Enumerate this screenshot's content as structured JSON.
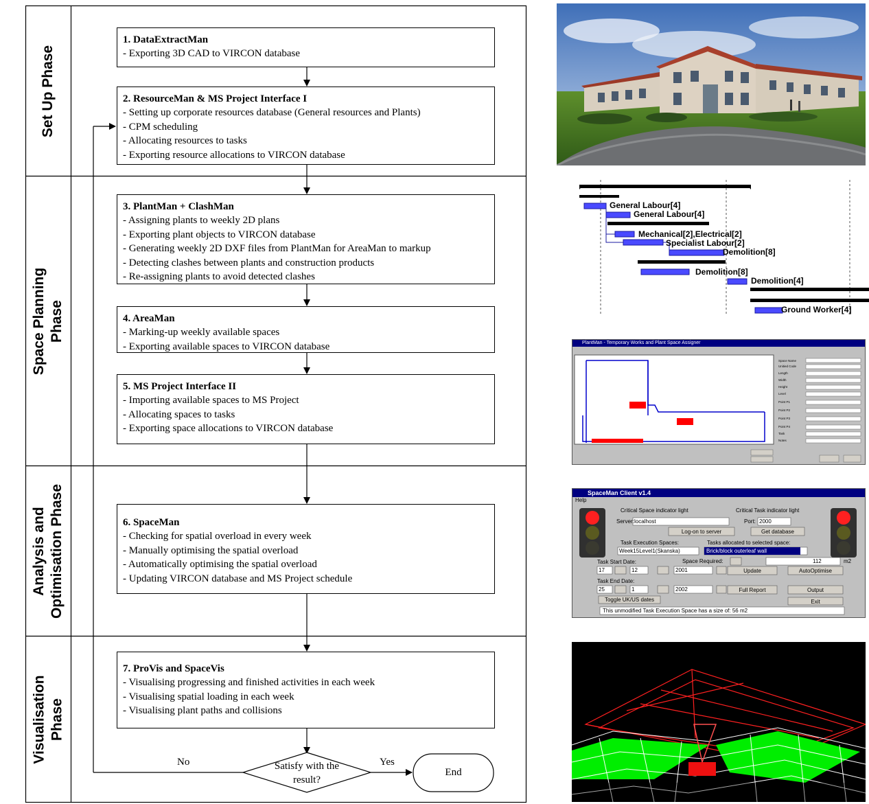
{
  "phases": [
    {
      "label": "Set Up Phase"
    },
    {
      "label": "Space Planning\nPhase"
    },
    {
      "label": "Analysis and\nOptimisation Phase"
    },
    {
      "label": "Visualisation\nPhase"
    }
  ],
  "steps": [
    {
      "title": "1. DataExtractMan",
      "lines": [
        "- Exporting 3D CAD to VIRCON database"
      ]
    },
    {
      "title": "2. ResourceMan & MS Project Interface I",
      "lines": [
        "- Setting up corporate resources database (General resources and Plants)",
        "- CPM scheduling",
        "- Allocating resources to tasks",
        "- Exporting resource allocations to VIRCON database"
      ]
    },
    {
      "title": "3. PlantMan + ClashMan",
      "lines": [
        "- Assigning plants to weekly 2D plans",
        "- Exporting plant objects to VIRCON database",
        "- Generating weekly 2D DXF files from PlantMan for AreaMan to markup",
        "- Detecting clashes between plants and construction products",
        "- Re-assigning plants to avoid detected clashes"
      ]
    },
    {
      "title": "4. AreaMan",
      "lines": [
        "- Marking-up weekly available spaces",
        "- Exporting available spaces to VIRCON database"
      ]
    },
    {
      "title": "5. MS Project Interface II",
      "lines": [
        "- Importing available spaces to MS Project",
        "- Allocating spaces to tasks",
        "- Exporting space allocations to VIRCON database"
      ]
    },
    {
      "title": "6. SpaceMan",
      "lines": [
        "- Checking for spatial overload in every week",
        "- Manually optimising the spatial overload",
        "- Automatically optimising the spatial overload",
        "- Updating VIRCON database and MS Project schedule"
      ]
    },
    {
      "title": "7. ProVis and SpaceVis",
      "lines": [
        "- Visualising progressing and finished activities in each week",
        "- Visualising spatial loading in each week",
        "- Visualising plant paths and collisions"
      ]
    }
  ],
  "decision": {
    "line1": "Satisfy with the",
    "line2": "result?",
    "no": "No",
    "yes": "Yes"
  },
  "end": {
    "label": "End"
  },
  "gantt": {
    "tasks": [
      "General Labour[4]",
      "General Labour[4]",
      "Mechanical[2],Electrical[2]",
      "Specialist Labour[2]",
      "Demolition[8]",
      "Demolition[8]",
      "Demolition[4]",
      "Ground Worker[4]"
    ]
  },
  "plantman": {
    "title": "PlantMan - Temporary Works and Plant Space Assigner",
    "fields": [
      "Space Name",
      "Unitied Code",
      "Length",
      "Width",
      "Height",
      "Level",
      "Point P1",
      "Point P2",
      "Point P3",
      "Point P4",
      "Task",
      "Notes"
    ]
  },
  "spaceman": {
    "title": "SpaceMan Client v1.4",
    "menu": "Help",
    "critical_space": "Critical Space indicator light",
    "critical_task": "Critical Task indicator light",
    "server_label": "Server:",
    "server_value": "localhost",
    "port_label": "Port:",
    "port_value": "2000",
    "logon": "Log-on to server",
    "getdb": "Get database",
    "spaces_label": "Task Execution Spaces:",
    "tasks_label": "Tasks allocated to selected space:",
    "space_value": "Week15Level1(Skanska)",
    "task_value": "Brick/block outerleaf wall",
    "space_required": "Space Required:",
    "space_required_value": "112",
    "unit": "m2",
    "start_date": "Task Start Date:",
    "start": [
      "17",
      "12",
      "2001"
    ],
    "end_date": "Task End Date:",
    "end": [
      "25",
      "1",
      "2002"
    ],
    "update": "Update",
    "autoopt": "AutoOptimise",
    "fullreport": "Full Report",
    "output": "Output",
    "toggle": "Toggle UK/US dates",
    "exit": "Exit",
    "status": "This unmodified Task Execution Space has a size of: 56 m2"
  },
  "colors": {
    "gantt_bar": "#4a4aff",
    "window_grey": "#c0c0c0",
    "titlebar": "#000080",
    "clash_red": "#ff0000",
    "vis_green": "#00ff00"
  }
}
